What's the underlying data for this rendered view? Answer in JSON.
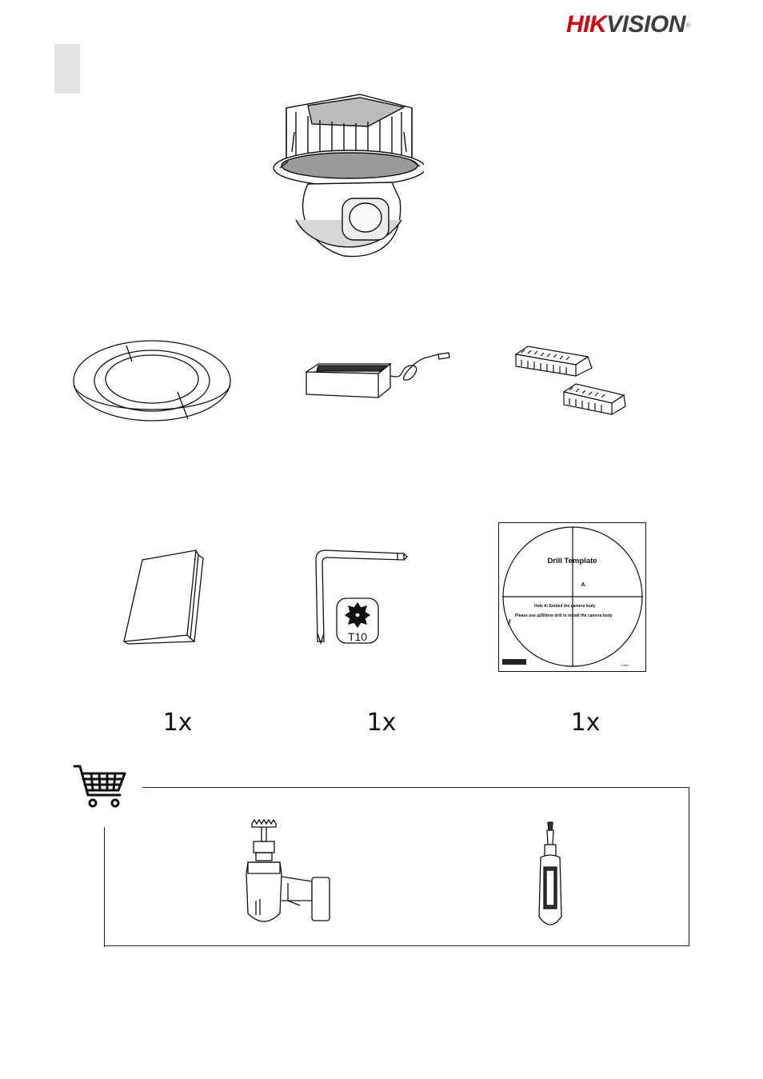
{
  "header": {
    "logo_text_red": "HIK",
    "logo_text_gray": "VISION",
    "logo_reg": "®"
  },
  "accessories": {
    "quantities": [
      "1x",
      "1x",
      "1x"
    ],
    "torx_label": "T10"
  },
  "drill_template": {
    "title": "Drill Template",
    "hole_letter": "A",
    "line1": "Hole A: Embed the camera body",
    "line2": "Please use φ200mm drill to install the camera body",
    "code_label": "Code: "
  },
  "tools_box": {
    "items": [
      "drill",
      "screwdriver"
    ]
  },
  "icons": [
    "shopping-cart-icon"
  ]
}
